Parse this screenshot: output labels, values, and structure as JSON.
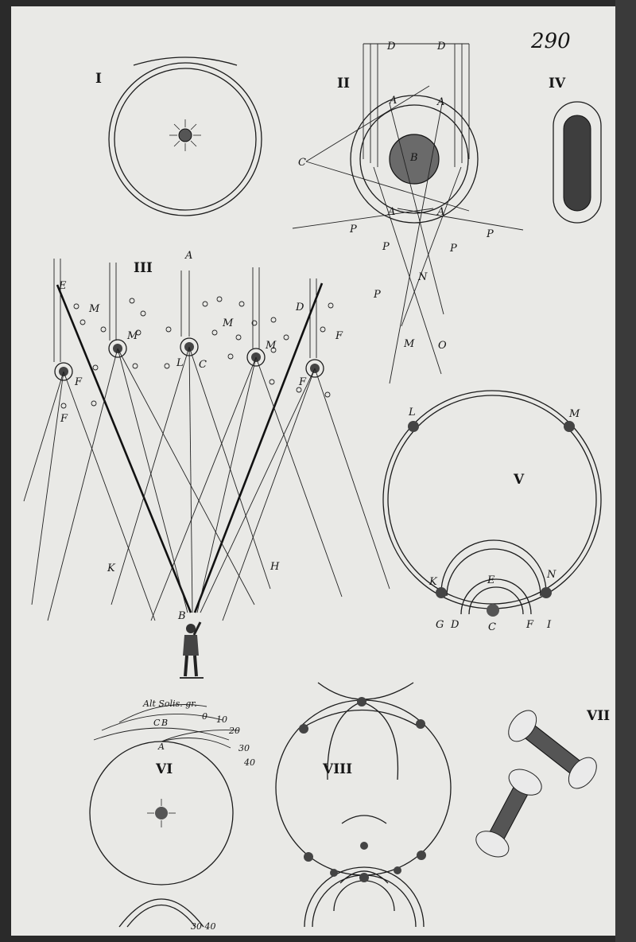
{
  "page_number": "290",
  "figures": {
    "f1": {
      "numeral": "I"
    },
    "f2": {
      "numeral": "II",
      "labels": [
        "D",
        "D",
        "A",
        "A",
        "C",
        "B",
        "A",
        "A",
        "P",
        "P",
        "P",
        "P",
        "P",
        "N",
        "M",
        "O"
      ]
    },
    "f3": {
      "numeral": "III",
      "labels": [
        "A",
        "E",
        "M",
        "M",
        "M",
        "M",
        "D",
        "F",
        "F",
        "F",
        "F",
        "L",
        "C",
        "K",
        "H",
        "B"
      ]
    },
    "f4": {
      "numeral": "IV"
    },
    "f5": {
      "numeral": "V",
      "labels": [
        "L",
        "M",
        "E",
        "K",
        "N",
        "G",
        "D",
        "C",
        "F",
        "I"
      ]
    },
    "f6": {
      "numeral": "VI",
      "caption": "Alt Solis. gr.",
      "labels": [
        "C",
        "B",
        "A",
        "0",
        "10",
        "20",
        "30",
        "40"
      ],
      "bottom": "30 40"
    },
    "f7": {
      "numeral": "VII"
    },
    "f8": {
      "numeral": "VIII"
    }
  },
  "colors": {
    "paper": "#e9e9e6",
    "ink": "#1c1c1c",
    "binding": "#2a2a2a"
  }
}
